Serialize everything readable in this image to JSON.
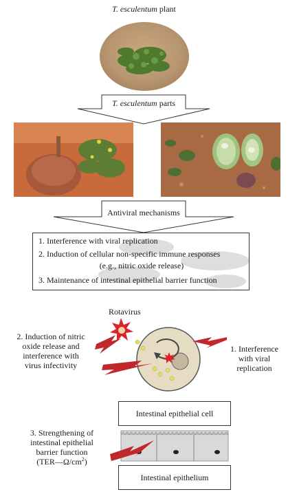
{
  "plant_title": {
    "italic": "T. esculentum",
    "rest": " plant"
  },
  "parts_label": {
    "italic": "T. esculentum",
    "rest": " parts"
  },
  "mechanisms_label": "Antiviral mechanisms",
  "mechanisms": [
    "1. Interference with viral replication",
    "2. Induction of cellular non-specific immune responses",
    "(e.g., nitric oxide release)",
    "3. Maintenance of intestinal epithelial barrier function"
  ],
  "rotavirus_label": "Rotavirus",
  "left_note": [
    "2. Induction of nitric",
    "oxide release and",
    "interference with",
    "virus infectivity"
  ],
  "right_note": [
    "1. Interference",
    "with viral",
    "replication"
  ],
  "cell_label": "Intestinal epithelial cell",
  "barrier_note": [
    "3. Strengthening of",
    "intestinal epithelial",
    "barrier function"
  ],
  "ter_label": {
    "main": "(TER—Ω/cm",
    "sup": "2",
    "end": ")"
  },
  "epithelium_label": "Intestinal epithelium",
  "colors": {
    "bolt": "#c0282d",
    "cell": "#e6dcc4",
    "yellow_dot": "#f0e040",
    "virus": "#d9232f"
  }
}
